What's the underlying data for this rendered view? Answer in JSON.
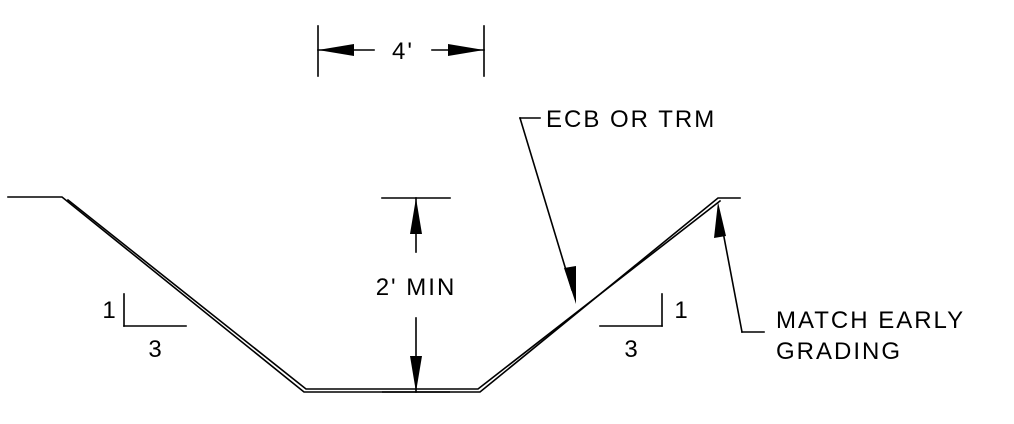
{
  "dimensions": {
    "bottom_width": "4'",
    "depth": "2' MIN"
  },
  "slopes": {
    "left": {
      "rise": "1",
      "run": "3"
    },
    "right": {
      "rise": "1",
      "run": "3"
    }
  },
  "callouts": {
    "liner": "ECB OR TRM",
    "grading_line1": "MATCH EARLY",
    "grading_line2": "GRADING"
  }
}
